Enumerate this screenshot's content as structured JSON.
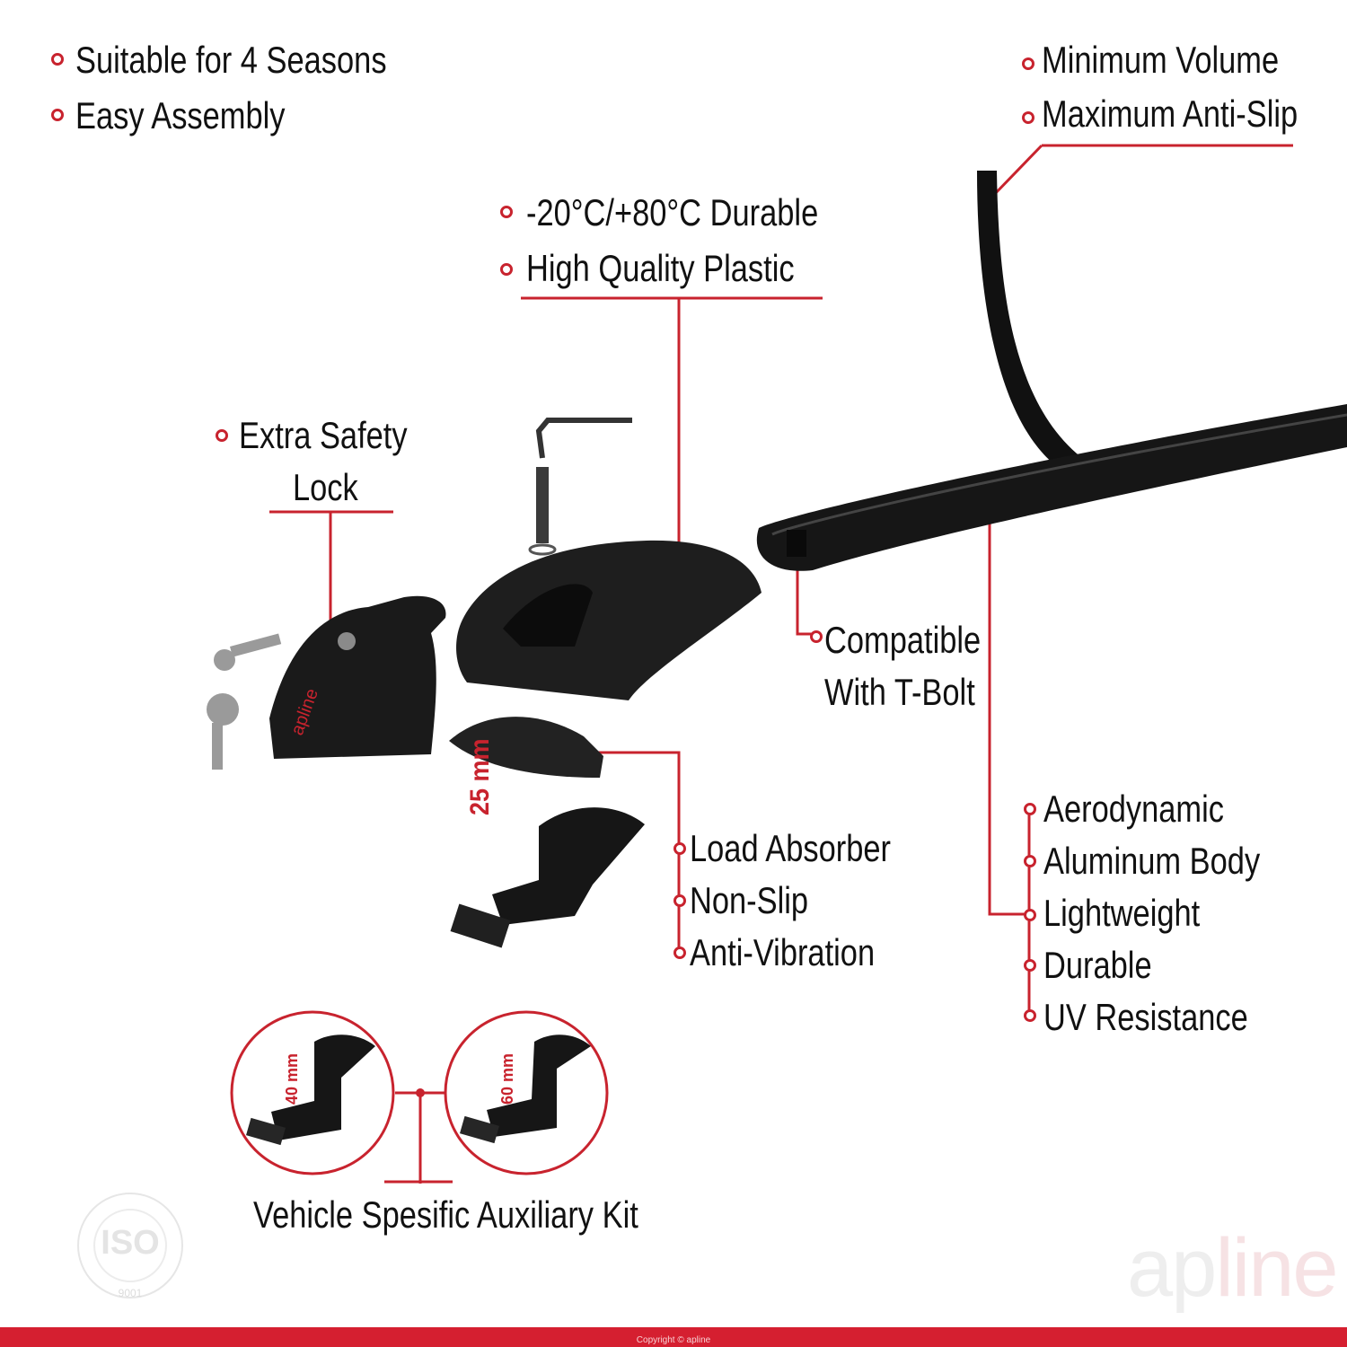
{
  "features": {
    "top_left": [
      "Suitable for 4 Seasons",
      "Easy Assembly"
    ],
    "top_right": [
      "Minimum Volume",
      "Maximum Anti-Slip"
    ],
    "foot_pad": [
      "-20°C/+80°C Durable",
      "High Quality Plastic"
    ],
    "lock": [
      "Extra Safety",
      "Lock"
    ],
    "tbolt": [
      "Compatible",
      "With T-Bolt"
    ],
    "absorber": [
      "Load Absorber",
      "Non-Slip",
      "Anti-Vibration"
    ],
    "bar": [
      "Aerodynamic",
      "Aluminum Body",
      "Lightweight",
      "Durable",
      "UV Resistance"
    ]
  },
  "dimensions": {
    "main_pad": "25 mm",
    "kit_a": "40 mm",
    "kit_b": "60 mm"
  },
  "kit_caption": "Vehicle Spesific Auxiliary Kit",
  "brand": {
    "logo_main": "ap",
    "logo_accent": "line",
    "accent_color": "#c8232e"
  },
  "badge": {
    "iso": "ISO",
    "iso_number": "9001"
  },
  "footer": {
    "copyright": "Copyright © apline"
  }
}
